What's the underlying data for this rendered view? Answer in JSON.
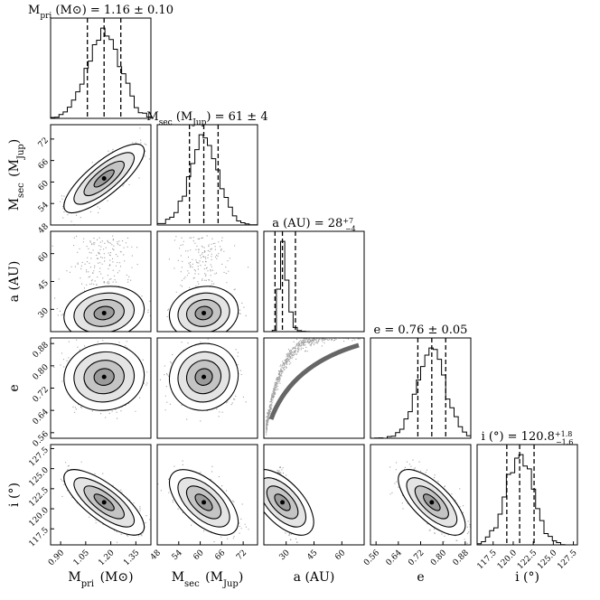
{
  "chart_data": {
    "type": "corner",
    "parameters": [
      {
        "key": "mpri",
        "label": "M$_{pri}$ (M$_\\odot$)",
        "label_main": "M",
        "label_sub": "pri",
        "label_unit": "(M⊙)",
        "title": "M",
        "title_sub": "pri",
        "title_rest": " (M⊙) = 1.16 ± 0.10",
        "median": 1.16,
        "lo": 1.06,
        "hi": 1.26,
        "sigma": 0.1,
        "range": [
          0.84,
          1.44
        ],
        "ticks": [
          0.9,
          1.05,
          1.2,
          1.35
        ],
        "tick_labels": [
          "0.90",
          "1.05",
          "1.20",
          "1.35"
        ]
      },
      {
        "key": "msec",
        "label": "M$_{sec}$ (M$_{Jup}$)",
        "label_main": "M",
        "label_sub": "sec",
        "label_unit": "(M",
        "label_unit_sub": "Jup",
        "label_close": ")",
        "title": "M",
        "title_sub": "sec",
        "title_rest": " (M",
        "title_rest_sub": "Jup",
        "title_tail": ") = 61 ± 4",
        "median": 61,
        "lo": 57,
        "hi": 65,
        "sigma": 4,
        "range": [
          48,
          76
        ],
        "ticks": [
          48,
          54,
          60,
          66,
          72
        ],
        "tick_labels": [
          "48",
          "54",
          "60",
          "66",
          "72"
        ]
      },
      {
        "key": "a",
        "label": "a (AU)",
        "title_rest": "a (AU) = 28",
        "title_sup": "+7",
        "title_sub2": "−4",
        "median": 28,
        "lo": 24,
        "hi": 35,
        "range": [
          18,
          72
        ],
        "ticks": [
          30,
          45,
          60
        ],
        "tick_labels": [
          "30",
          "45",
          "60"
        ]
      },
      {
        "key": "e",
        "label": "e",
        "title_rest": "e = 0.76 ± 0.05",
        "median": 0.76,
        "lo": 0.71,
        "hi": 0.81,
        "sigma": 0.05,
        "range": [
          0.54,
          0.9
        ],
        "ticks": [
          0.56,
          0.64,
          0.72,
          0.8,
          0.88
        ],
        "tick_labels": [
          "0.56",
          "0.64",
          "0.72",
          "0.80",
          "0.88"
        ]
      },
      {
        "key": "i",
        "label": "i (°)",
        "title_rest": "i (°) = 120.8",
        "title_sup": "+1.8",
        "title_sub2": "−1.6",
        "median": 120.8,
        "lo": 119.2,
        "hi": 122.6,
        "range": [
          115.5,
          128.0
        ],
        "ticks": [
          117.5,
          120.0,
          122.5,
          125.0,
          127.5
        ],
        "tick_labels": [
          "117.5",
          "120.0",
          "122.5",
          "125.0",
          "127.5"
        ]
      }
    ],
    "correlations": [
      [
        1,
        0.8,
        0.15,
        0.05,
        -0.75
      ],
      [
        0.8,
        1,
        0.1,
        0.05,
        -0.6
      ],
      [
        0.15,
        0.1,
        1,
        0.9,
        -0.6
      ],
      [
        0.05,
        0.05,
        0.9,
        1,
        -0.7
      ],
      [
        -0.75,
        -0.6,
        -0.6,
        -0.7,
        1
      ]
    ]
  }
}
